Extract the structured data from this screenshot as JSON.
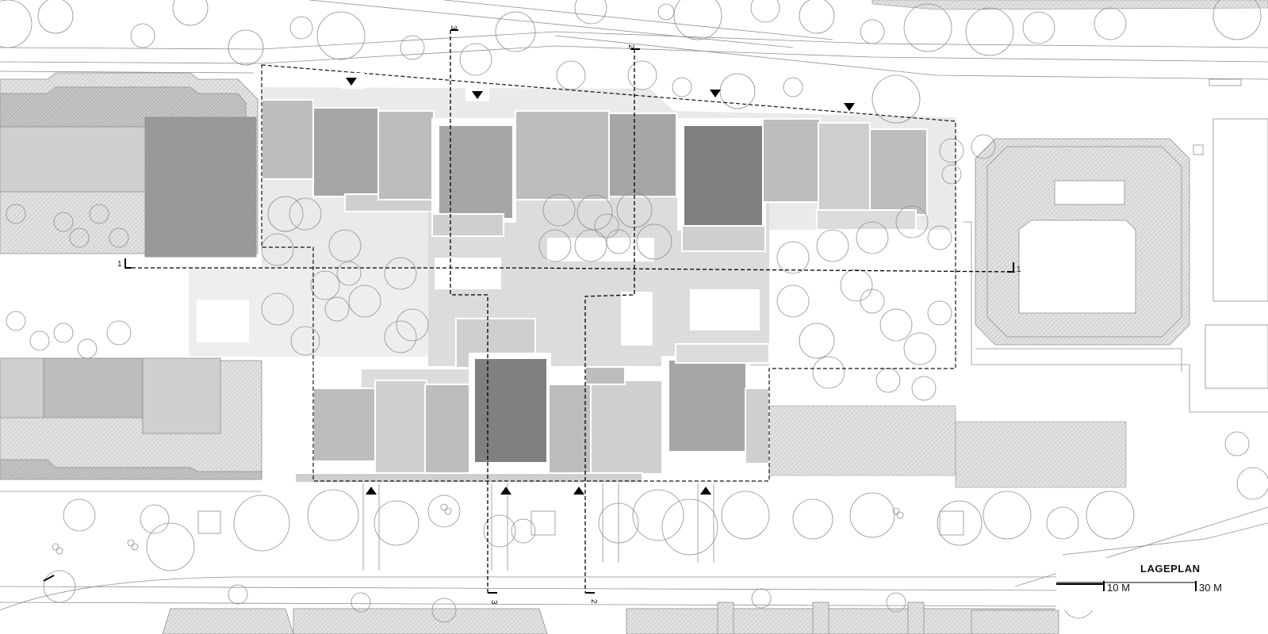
{
  "title": "LAGEPLAN",
  "scale": {
    "mark_10": "10 M",
    "mark_30": "30 M"
  },
  "sections": [
    {
      "id": "1",
      "start_label": "1",
      "end_label": "1"
    },
    {
      "id": "2",
      "start_label": "2",
      "end_label": "2"
    },
    {
      "id": "3",
      "start_label": "3",
      "end_label": "3"
    }
  ],
  "colors": {
    "building_dark": "#808080",
    "building_mid": "#a6a6a6",
    "building_light": "#bdbdbd",
    "building_pale": "#cfcfcf",
    "courtyard": "#e6e6e6",
    "hatch": "#d9d9d9",
    "line": "#8f8f8f"
  }
}
